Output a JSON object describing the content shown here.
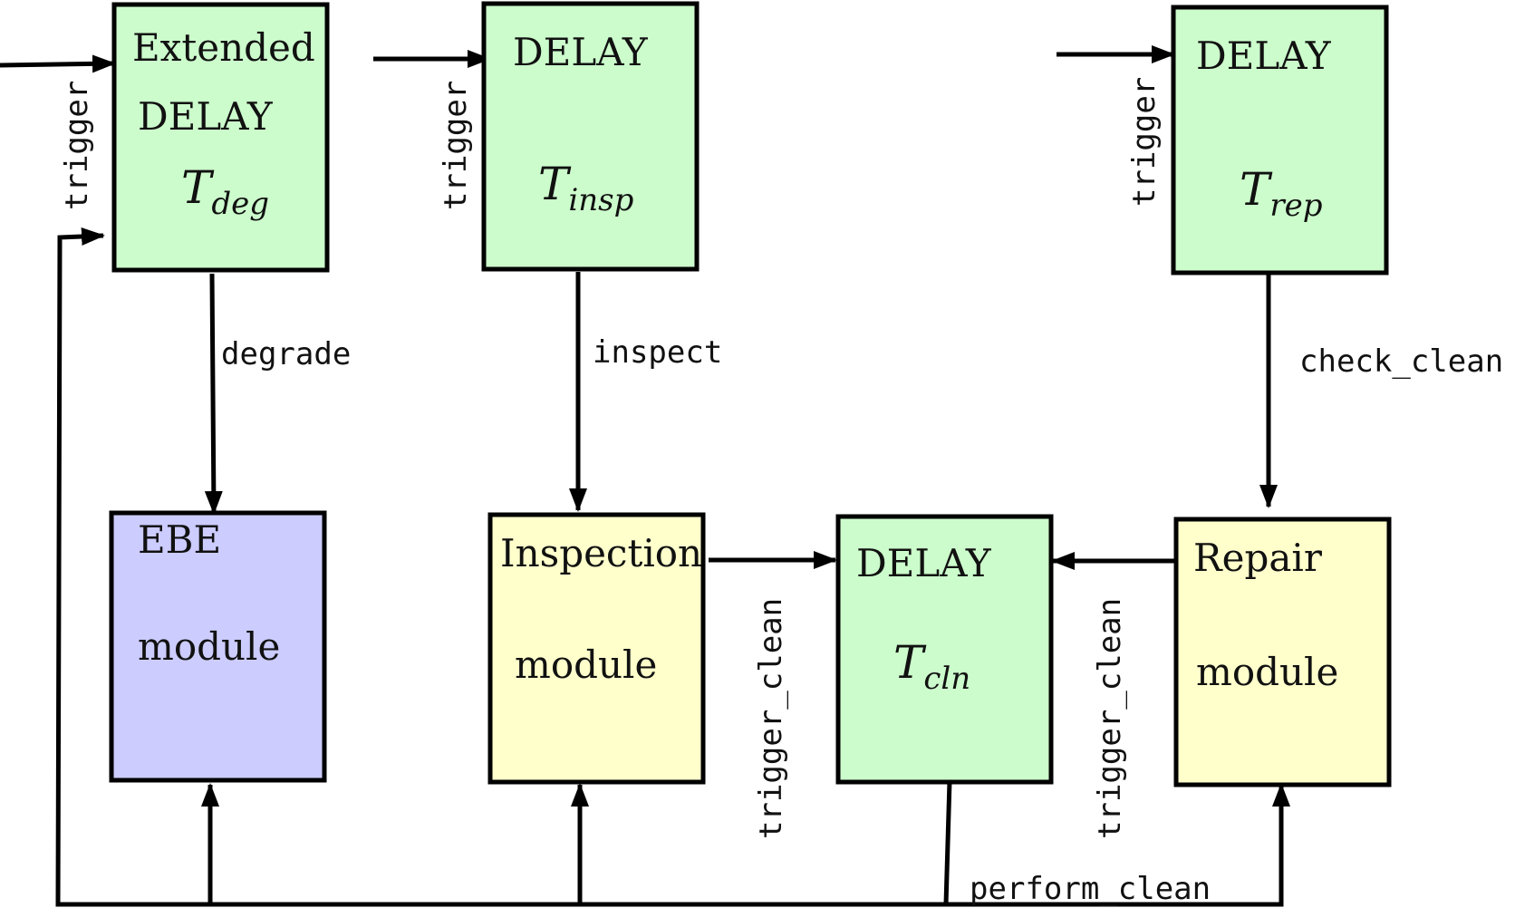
{
  "blocks": {
    "extended_delay": {
      "line1": "Extended",
      "line2": "DELAY",
      "sym": "T",
      "sub": "deg"
    },
    "delay_insp": {
      "line1": "DELAY",
      "sym": "T",
      "sub": "insp"
    },
    "delay_rep": {
      "line1": "DELAY",
      "sym": "T",
      "sub": "rep"
    },
    "ebe_module": {
      "line1": "EBE",
      "line2": "module"
    },
    "inspection_module": {
      "line1": "Inspection",
      "line2": "module"
    },
    "delay_cln": {
      "line1": "DELAY",
      "sym": "T",
      "sub": "cln"
    },
    "repair_module": {
      "line1": "Repair",
      "line2": "module"
    }
  },
  "signals": {
    "trigger_1": "trigger",
    "trigger_2": "trigger",
    "trigger_3": "trigger",
    "degrade": "degrade",
    "inspect": "inspect",
    "check_clean": "check_clean",
    "trigger_clean_1": "trigger_clean",
    "trigger_clean_2": "trigger_clean",
    "perform_clean": "perform_clean"
  },
  "colors": {
    "delay_fill": "#ccfccc",
    "ebe_fill": "#ccccff",
    "module_fill": "#ffffcc",
    "stroke": "#000000"
  }
}
